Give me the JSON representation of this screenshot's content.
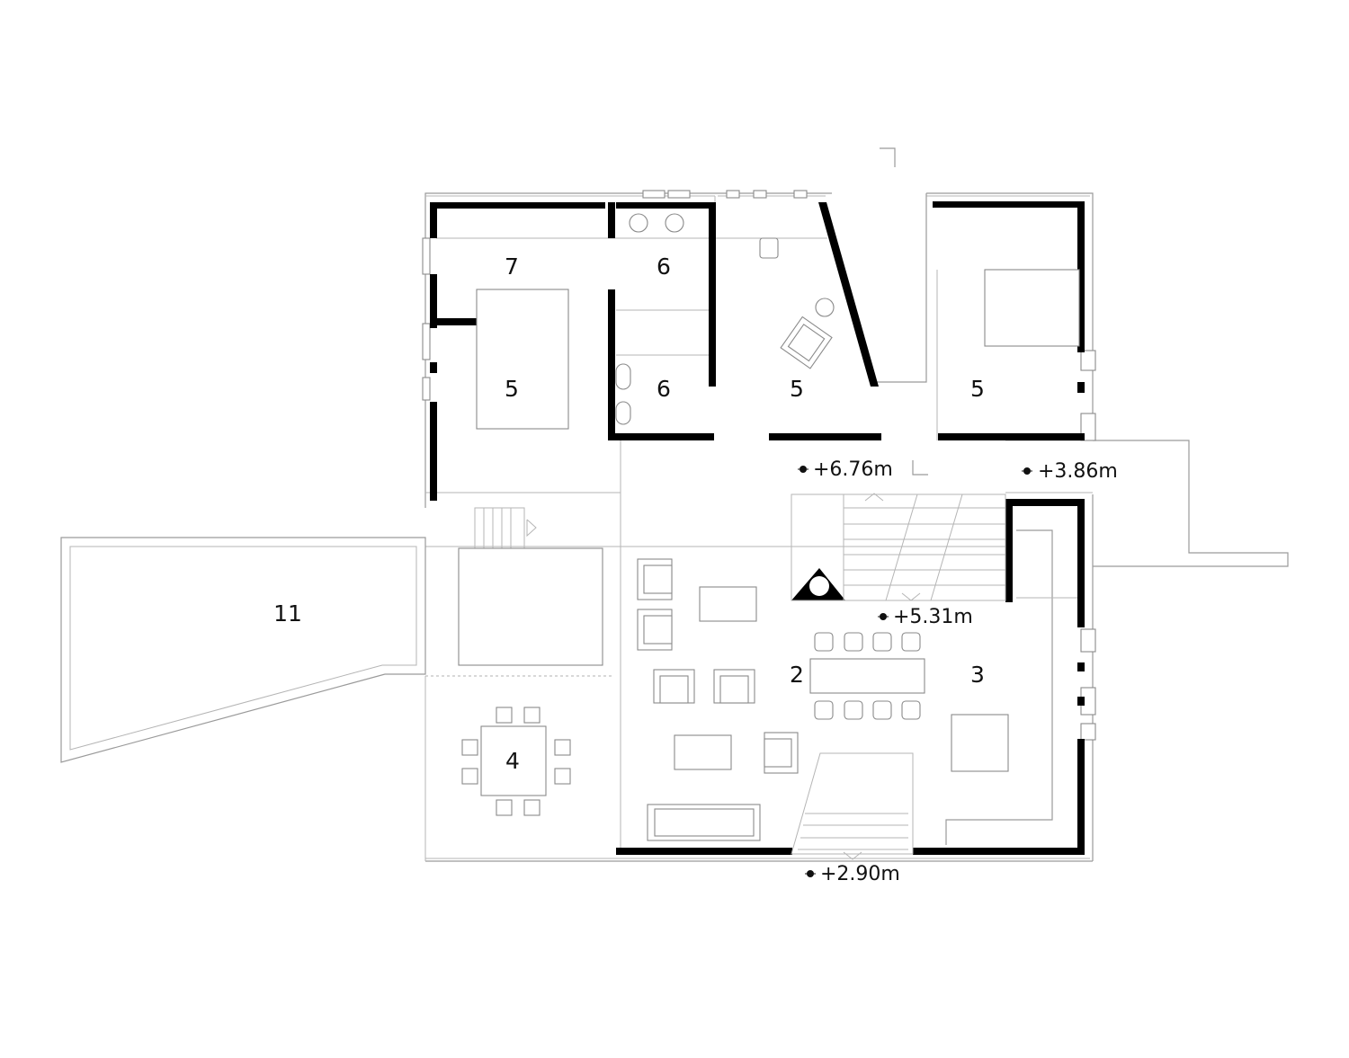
{
  "rooms": [
    {
      "id": "r7",
      "label": "7"
    },
    {
      "id": "r6a",
      "label": "6"
    },
    {
      "id": "r6b",
      "label": "6"
    },
    {
      "id": "r5a",
      "label": "5"
    },
    {
      "id": "r5b",
      "label": "5"
    },
    {
      "id": "r5c",
      "label": "5"
    },
    {
      "id": "r11",
      "label": "11"
    },
    {
      "id": "r2",
      "label": "2"
    },
    {
      "id": "r3",
      "label": "3"
    },
    {
      "id": "r4",
      "label": "4"
    }
  ],
  "levels": [
    {
      "id": "l1",
      "label": "+6.76m"
    },
    {
      "id": "l2",
      "label": "+3.86m"
    },
    {
      "id": "l3",
      "label": "+5.31m"
    },
    {
      "id": "l4",
      "label": "+2.90m"
    }
  ]
}
